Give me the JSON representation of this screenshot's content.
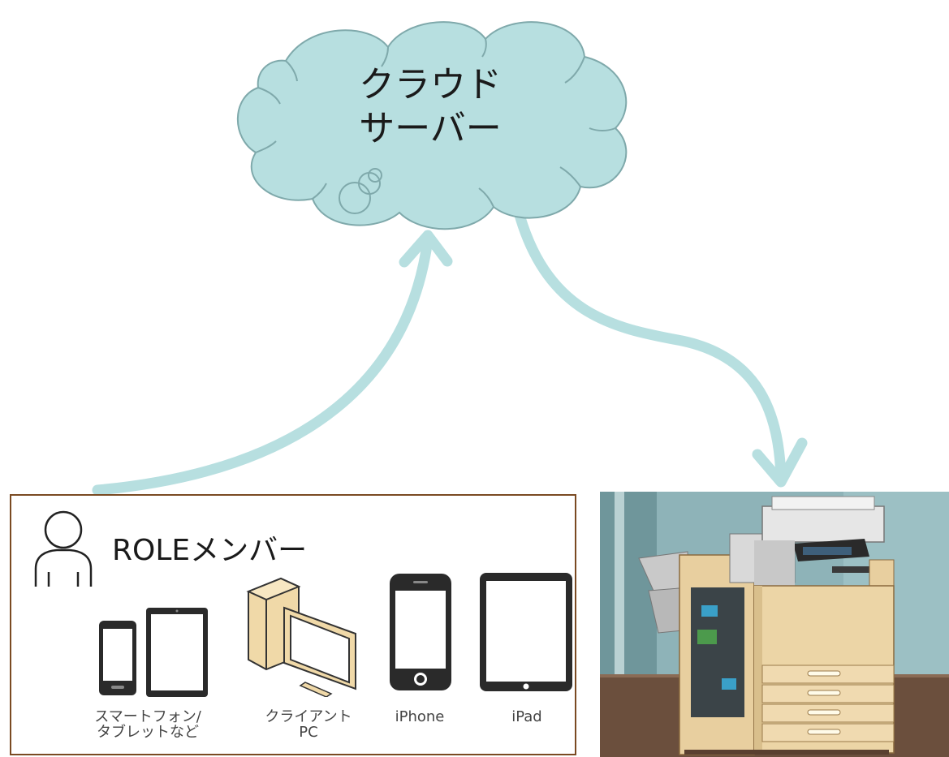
{
  "cloud": {
    "line1": "クラウド",
    "line2": "サーバー"
  },
  "member": {
    "title": "ROLEメンバー"
  },
  "devices": [
    {
      "label": "スマートフォン/\nタブレットなど"
    },
    {
      "label": "クライアント\nPC"
    },
    {
      "label": "iPhone"
    },
    {
      "label": "iPad"
    }
  ],
  "colors": {
    "accent": "#b7dfe0",
    "cloud_stroke": "#7fa9ab",
    "frame": "#7a4a22"
  }
}
